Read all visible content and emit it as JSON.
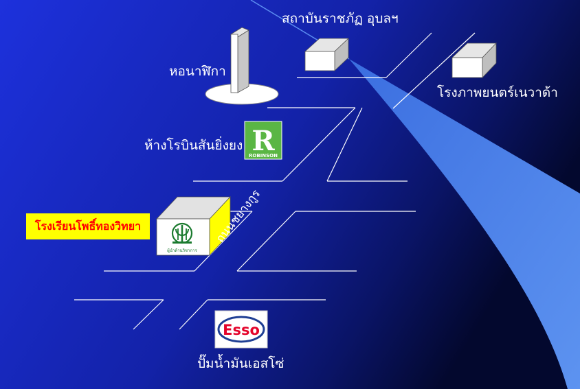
{
  "colors": {
    "background_top": "#1b2fd6",
    "background_dark": "#050a35",
    "beam": "#4f86e8",
    "school_box_bg": "#ffff00",
    "school_box_text": "#ff0000",
    "robinson_green": "#59b544",
    "esso_red": "#e4032a",
    "esso_blue": "#1f3f94",
    "school_logo_green": "#1a7a2e"
  },
  "labels": {
    "institute": "สถาบันราชภัฏ อุบลฯ",
    "clock_tower": "หอนาฬิกา",
    "cinema": "โรงภาพยนตร์เนวาด้า",
    "robinson": "ห้างโรบินสันยิ่งยง",
    "school": "โรงเรียนโพธิ์ทองวิทยา",
    "road": "ถนนชยางกูร",
    "esso_station": "ปั๊มน้ำมันเอสโซ่"
  },
  "logos": {
    "robinson_letter": "R",
    "robinson_text": "ROBINSON",
    "esso_text": "Esso",
    "school_caption": "ผู้นำด้านวิชาการ"
  },
  "icons": {
    "clock_tower": "tower-building-icon",
    "institute": "box-building-icon",
    "cinema": "box-building-icon",
    "school": "cube-building-icon"
  }
}
